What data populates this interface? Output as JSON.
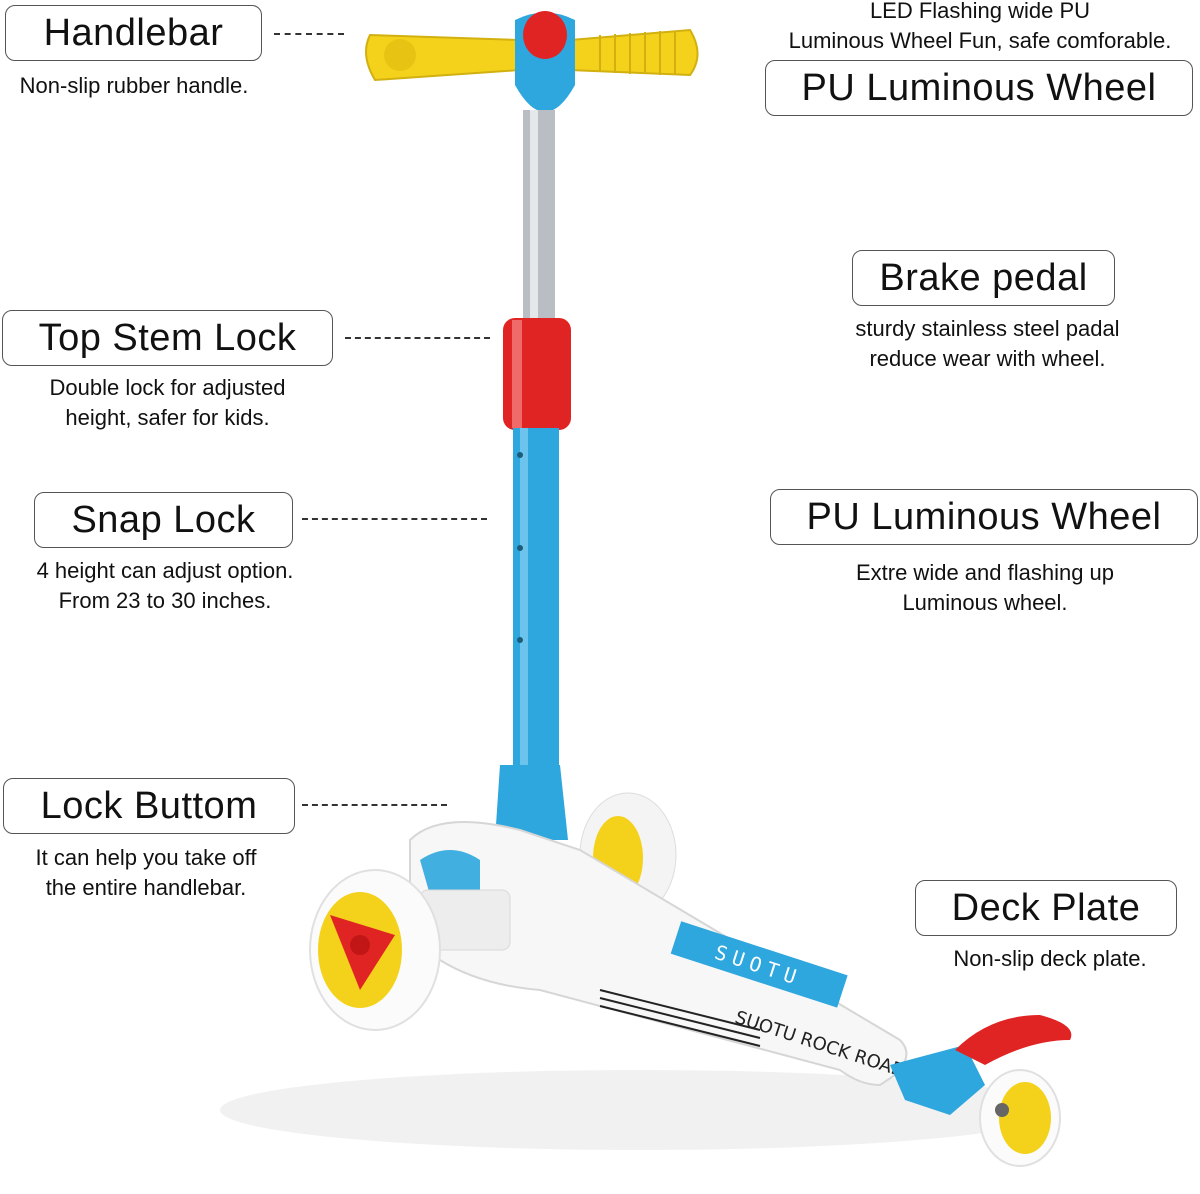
{
  "callouts": {
    "handlebar": {
      "title": "Handlebar",
      "desc": [
        "Non-slip rubber handle."
      ]
    },
    "led_wheel_top": {
      "desc": [
        "LED Flashing wide PU",
        "Luminous Wheel Fun, safe comforable."
      ],
      "title": "PU Luminous Wheel"
    },
    "top_stem_lock": {
      "title": "Top Stem Lock",
      "desc": [
        "Double lock for adjusted",
        "height, safer for kids."
      ]
    },
    "brake_pedal": {
      "title": "Brake pedal",
      "desc": [
        "sturdy stainless steel padal",
        "reduce wear with wheel."
      ]
    },
    "snap_lock": {
      "title": "Snap Lock",
      "desc": [
        "4 height can adjust option.",
        "From 23 to 30 inches."
      ]
    },
    "pu_wheel": {
      "title": "PU Luminous Wheel",
      "desc": [
        "Extre wide and flashing up",
        "Luminous wheel."
      ]
    },
    "lock_button": {
      "title": "Lock Buttom",
      "desc": [
        "It can help you take off",
        "the entire handlebar."
      ]
    },
    "deck_plate": {
      "title": "Deck Plate",
      "desc": [
        "Non-slip deck plate."
      ]
    }
  },
  "product_print": {
    "brand": "SUOTU",
    "deck_text": "SUOTU ROCK ROAD"
  },
  "colors": {
    "yellow": "#f4d21c",
    "blue": "#2ea6de",
    "red": "#e02424",
    "white": "#f7f7f7",
    "steel": "#b9bec4"
  }
}
